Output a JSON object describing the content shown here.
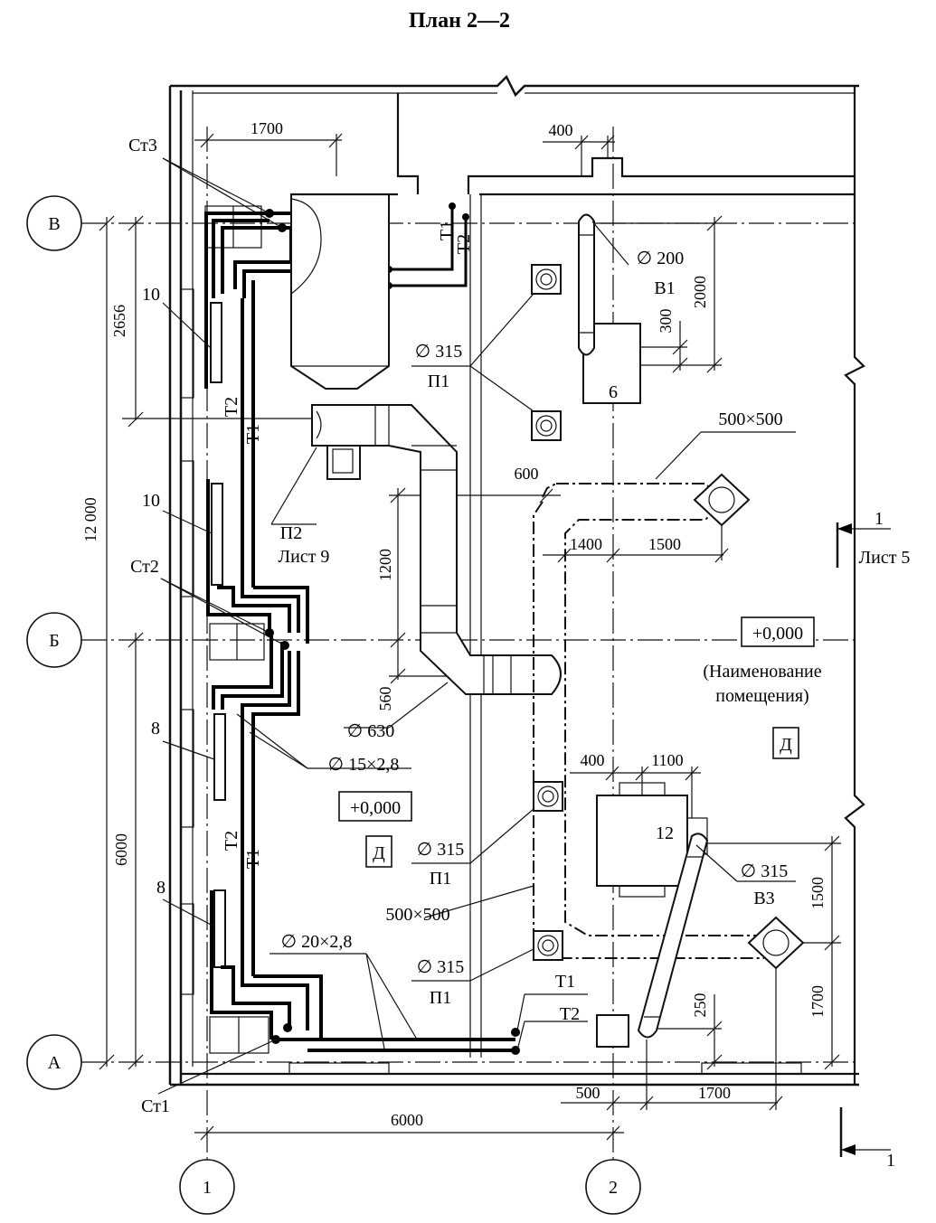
{
  "title": "План 2—2",
  "axes": {
    "v": "В",
    "b": "Б",
    "a": "А",
    "one": "1",
    "two": "2"
  },
  "dimensions": {
    "d1700_top": "1700",
    "d400_top": "400",
    "d2656": "2656",
    "d12000": "12 000",
    "d6000_left": "6000",
    "d6000_bottom": "6000",
    "d1200": "1200",
    "d560": "560",
    "d600": "600",
    "d1400": "1400",
    "d1500_mid": "1500",
    "d2000": "2000",
    "d300": "300",
    "d400_mid": "400",
    "d1100": "1100",
    "d1500_right": "1500",
    "d1700_right": "1700",
    "d250": "250",
    "d500_bottom": "500",
    "d1700_bottom": "1700"
  },
  "labels": {
    "st3": "Ст3",
    "st2": "Ст2",
    "st1": "Ст1",
    "t1": "Т1",
    "t2": "Т2",
    "n10a": "10",
    "n10b": "10",
    "n8a": "8",
    "n8b": "8",
    "d200": "∅ 200",
    "b1": "В1",
    "n6": "6",
    "d315_a": "∅ 315",
    "p1_a": "П1",
    "p2": "П2",
    "list9": "Лист 9",
    "d500x500_top": "500×500",
    "section1_top": "1",
    "list5": "Лист 5",
    "level_right": "+0,000",
    "room_name_1": "(Наименование",
    "room_name_2": "помещения)",
    "d_right": "Д",
    "d630": "∅ 630",
    "d15": "∅ 15×2,8",
    "level_left": "+0,000",
    "d_left": "Д",
    "d315_b": "∅ 315",
    "p1_b": "П1",
    "d500x500_bottom": "500×500",
    "n12": "12",
    "d315_b3": "∅ 315",
    "b3": "В3",
    "d20": "∅ 20×2,8",
    "d315_c": "∅ 315",
    "p1_c": "П1",
    "t1_bottom": "Т1",
    "t2_bottom": "Т2",
    "section1_bottom": "1"
  }
}
